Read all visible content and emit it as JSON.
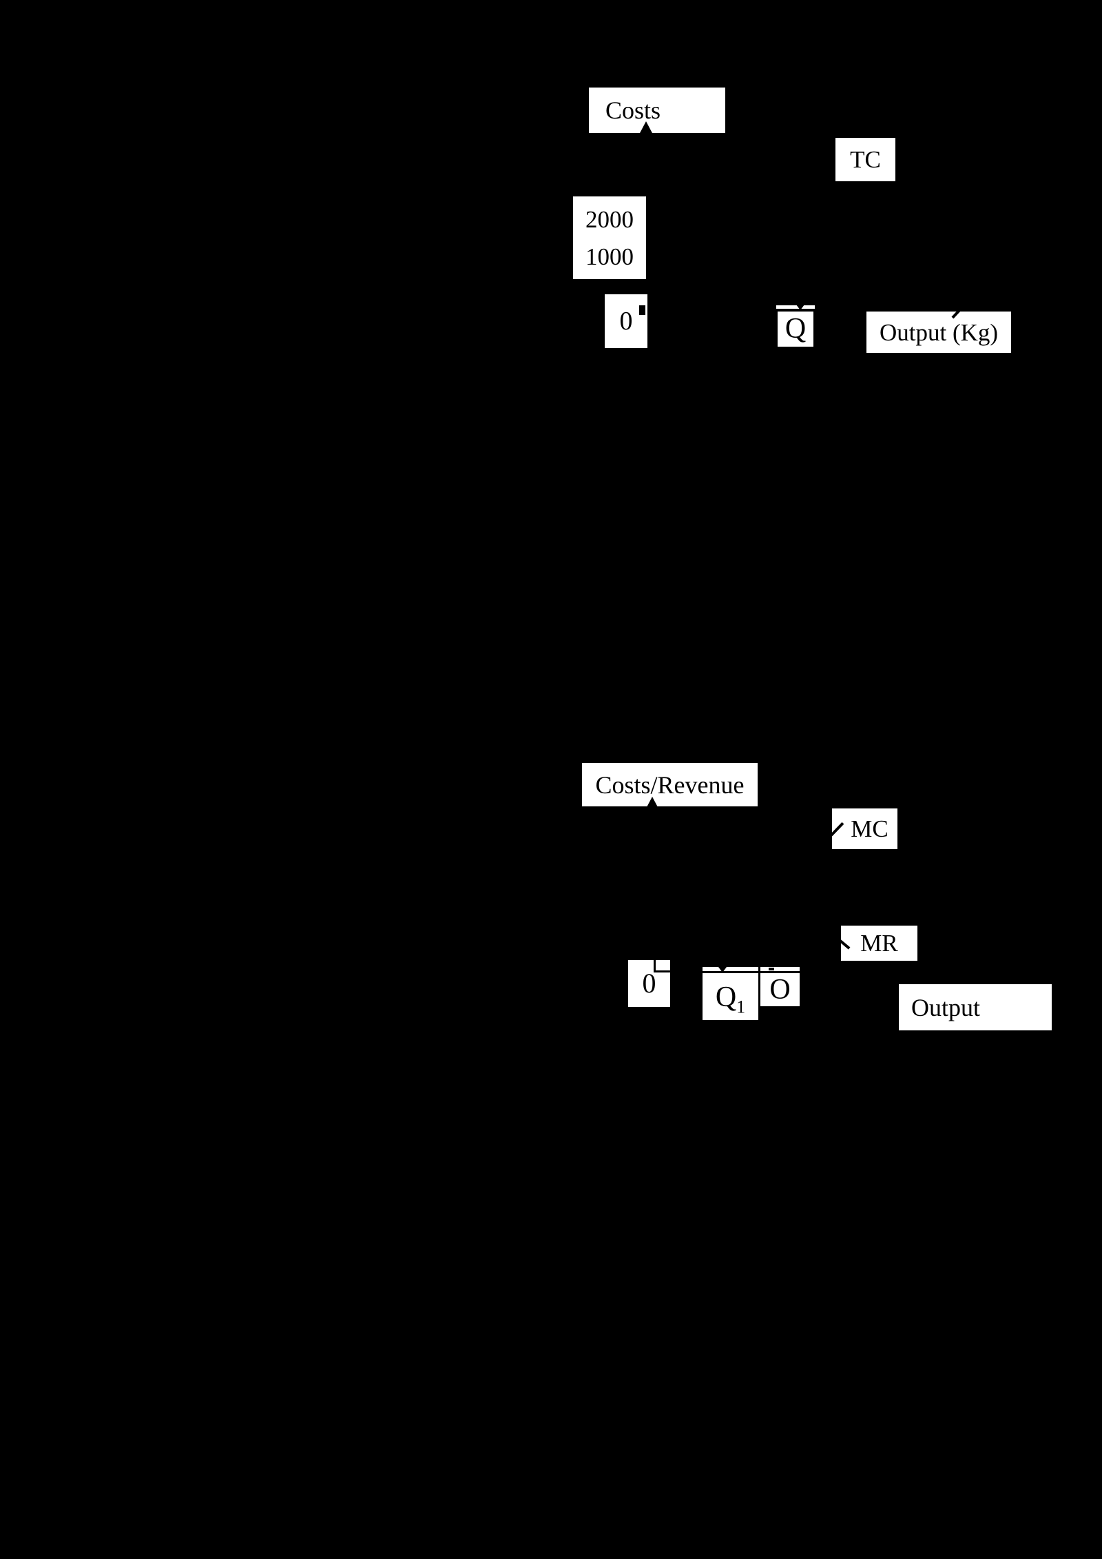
{
  "page": {
    "background_color": "#000000",
    "box_color": "#ffffff",
    "line_color": "#000000"
  },
  "top_diagram": {
    "y_axis_title": "Costs",
    "curve_label": "TC",
    "tick_upper": "2000",
    "tick_lower": "1000",
    "origin_label": "0",
    "quantity_label": "Q",
    "x_axis_title": "Output (Kg)"
  },
  "bottom_diagram": {
    "y_axis_title": "Costs/Revenue",
    "mc_label": "MC",
    "mr_label": "MR",
    "origin_label": "0",
    "q1_label": "Q",
    "q1_subscript": "1",
    "o_label": "O",
    "x_axis_title": "Output"
  }
}
